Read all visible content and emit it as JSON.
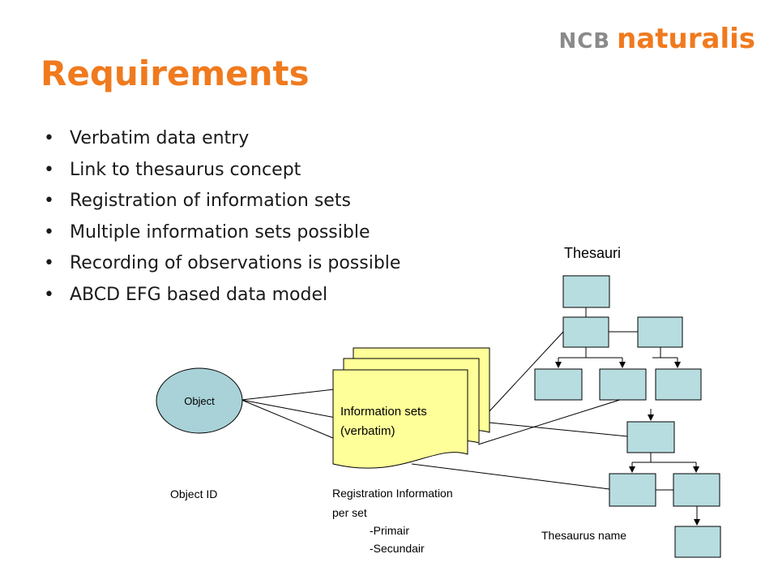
{
  "logo": {
    "ncb": "NCB",
    "naturalis": "naturalis"
  },
  "title": "Requirements",
  "bullets": [
    "Verbatim data entry",
    "Link to thesaurus concept",
    "Registration of information sets",
    "Multiple information sets possible",
    "Recording of observations is possible",
    "ABCD EFG based data model"
  ],
  "diagram": {
    "object_label": "Object",
    "object_id_label": "Object ID",
    "info_sets_line1": "Information sets",
    "info_sets_line2": "(verbatim)",
    "registration_lines": [
      "Registration Information",
      "per set",
      "-Primair",
      "-Secundair"
    ],
    "thesauri_label": "Thesauri",
    "thesaurus_name_label": "Thesaurus name",
    "colors": {
      "box_fill": "#b7dde0",
      "doc_fill": "#ffff99",
      "object_fill": "#a8d2d8",
      "accent": "#f07a1e"
    }
  }
}
